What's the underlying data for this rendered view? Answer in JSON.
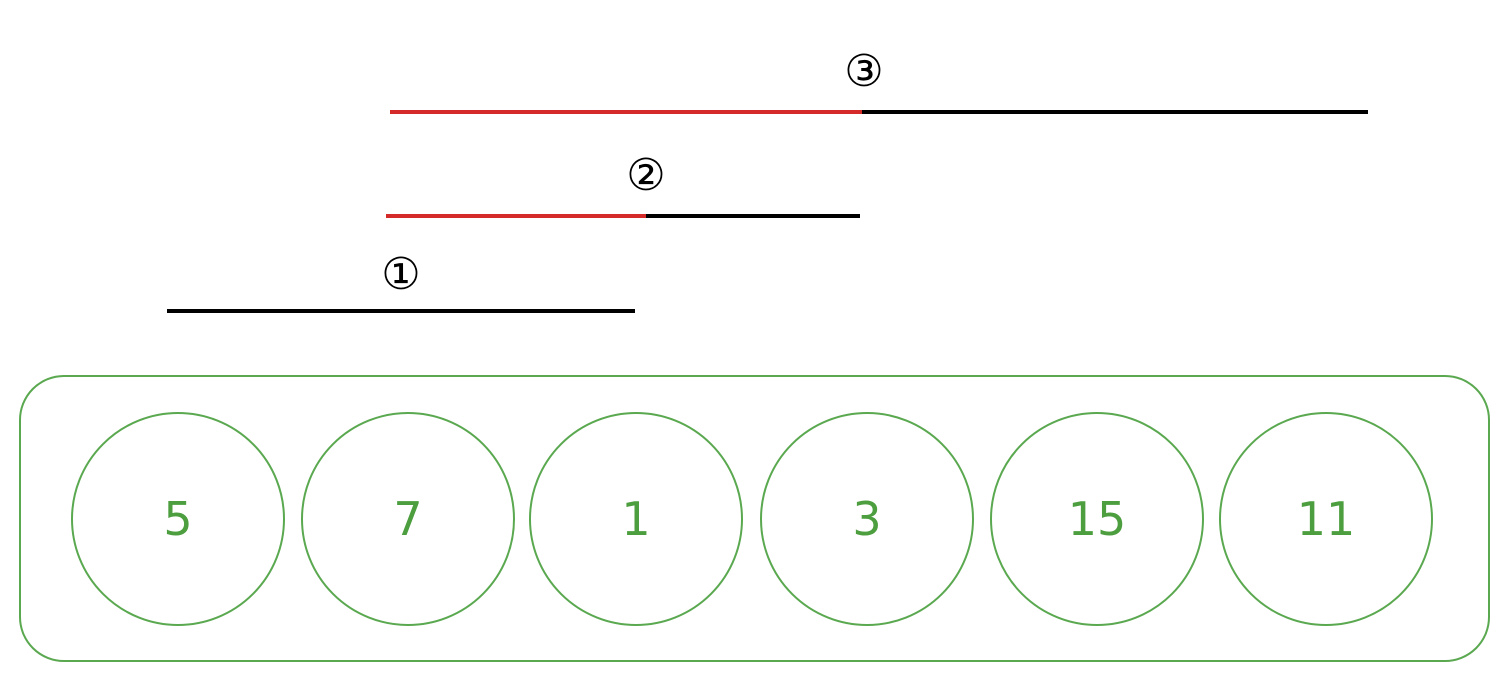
{
  "colors": {
    "frame": "#5aa84f",
    "cell_text": "#4c9e3f",
    "line": "#000000",
    "highlight": "#d42a2a"
  },
  "array": {
    "values": [
      "5",
      "7",
      "1",
      "3",
      "15",
      "11"
    ]
  },
  "steps": [
    {
      "label": "①"
    },
    {
      "label": "②"
    },
    {
      "label": "③"
    }
  ]
}
